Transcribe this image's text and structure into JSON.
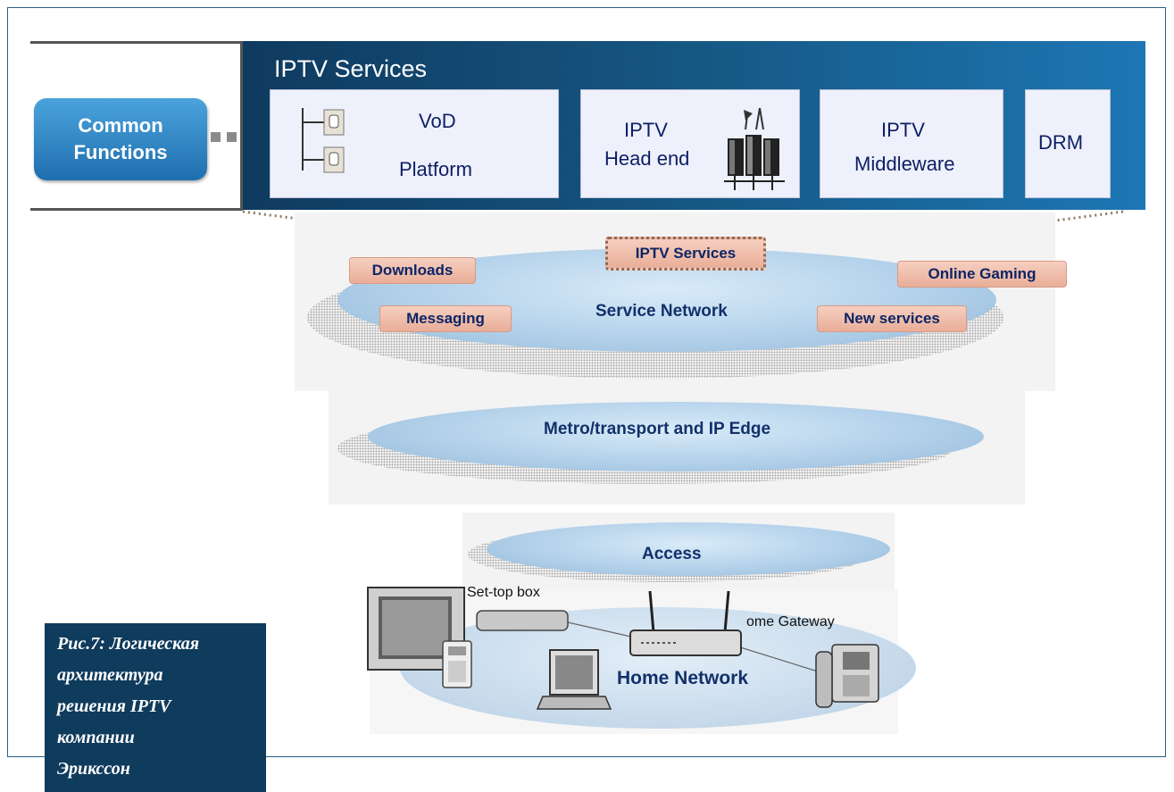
{
  "top": {
    "section_title": "IPTV Services"
  },
  "common_functions": {
    "line1": "Common",
    "line2": "Functions"
  },
  "services": [
    {
      "line1": "VoD",
      "line2": "Platform"
    },
    {
      "line1": "IPTV",
      "line2": "Head end"
    },
    {
      "line1": "IPTV",
      "line2": "Middleware"
    },
    {
      "line1": "DRM"
    }
  ],
  "service_network": {
    "label": "Service Network",
    "tags": [
      "IPTV Services",
      "Downloads",
      "Online Gaming",
      "Messaging",
      "New services"
    ]
  },
  "metro": {
    "label": "Metro/transport and IP Edge"
  },
  "access": {
    "label": "Access"
  },
  "home": {
    "label": "Home Network",
    "settop_label": "Set-top box",
    "gateway_label": "ome Gateway"
  },
  "caption": {
    "lines": [
      "Рис.7: Логическая",
      "архитектура",
      "решения IPTV",
      "компании",
      "Эрикссон"
    ]
  },
  "colors": {
    "band_dark": "#0f3a5f",
    "band_light": "#1d77b4",
    "box_fill": "#eef0fb",
    "tag_fill": "#f1c0ad",
    "caption_bg": "#0f3b5c"
  }
}
